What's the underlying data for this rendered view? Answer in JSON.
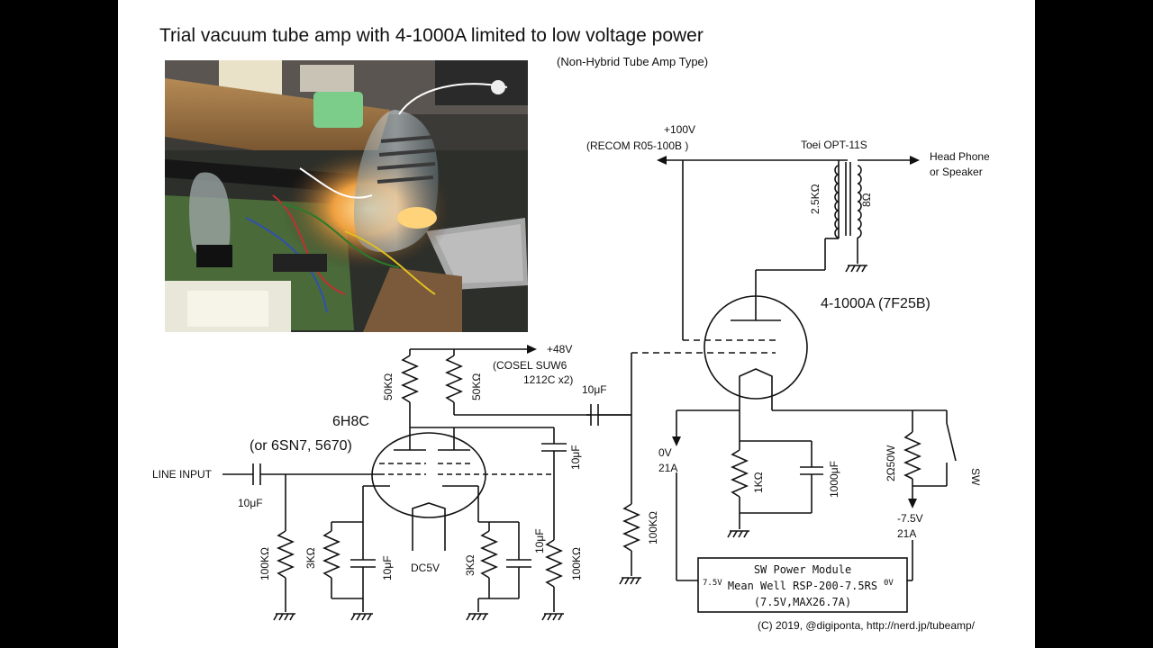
{
  "title": "Trial vacuum tube amp with 4-1000A limited to low voltage power",
  "subtitle": "(Non-Hybrid Tube Amp Type)",
  "supply_100v": {
    "voltage": "+100V",
    "module": "(RECOM R05-100B )"
  },
  "transformer": {
    "name": "Toei OPT-11S",
    "primary": "2.5KΩ",
    "secondary": "8Ω",
    "output": [
      "Head Phone",
      "or Speaker"
    ]
  },
  "output_tube": "4-1000A (7F25B)",
  "supply_48v": {
    "voltage": "+48V",
    "module_line1": "(COSEL SUW6",
    "module_line2": "1212C x2)"
  },
  "driver_tube": {
    "name": "6H8C",
    "alt": "(or 6SN7, 5670)"
  },
  "input_label": "LINE INPUT",
  "components": {
    "r_plate_left": "50KΩ",
    "r_plate_right": "50KΩ",
    "c_coupling": "10μF",
    "c_bypass_top": "10μF",
    "c_input": "10μF",
    "r_grid_left": "100KΩ",
    "r_cathode_left": "3KΩ",
    "c_cathode_left": "10μF",
    "heater": "DC5V",
    "r_cathode_right": "3KΩ",
    "c_cathode_right": "10μF",
    "r_right": "100KΩ",
    "r_grid_out": "100KΩ",
    "r_filament": "1KΩ",
    "c_filament": "1000μF",
    "r_bias": "2Ω50W",
    "switch": "SW"
  },
  "rail_0v": {
    "voltage": "0V",
    "current": "21A"
  },
  "rail_neg": {
    "voltage": "-7.5V",
    "current": "21A"
  },
  "power_module": {
    "line1": "SW Power Module",
    "line2": "Mean Well RSP-200-7.5RS",
    "line3": "(7.5V,MAX26.7A)",
    "left_terminal": "7.5V",
    "right_terminal": "0V"
  },
  "credit": "(C) 2019, @digiponta, http://nerd.jp/tubeamp/"
}
